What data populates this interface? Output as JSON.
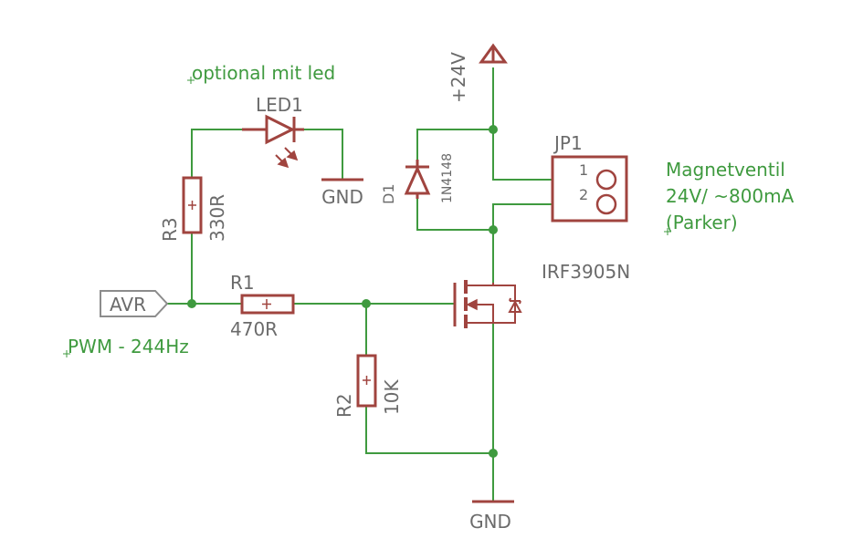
{
  "colors": {
    "wire": "#3f9a3f",
    "part": "#a0443f",
    "label": "#6b6b6b",
    "note": "#3f9a3f",
    "junction": "#3f9a3f",
    "netlabel": "#8c8c8c"
  },
  "notes": {
    "led_optional": "optional mit led",
    "pwm": "PWM - 244Hz",
    "valve_line1": "Magnetventil",
    "valve_line2": "24V/ ~800mA",
    "valve_line3": "(Parker)"
  },
  "supply": {
    "label": "+24V"
  },
  "ground_labels": {
    "led": "GND",
    "main": "GND"
  },
  "net_label": {
    "text": "AVR"
  },
  "components": {
    "led1": {
      "name": "LED1"
    },
    "r1": {
      "name": "R1",
      "value": "470R"
    },
    "r2": {
      "name": "R2",
      "value": "10K"
    },
    "r3": {
      "name": "R3",
      "value": "330R"
    },
    "d1": {
      "name": "D1",
      "value": "1N4148"
    },
    "jp1": {
      "name": "JP1",
      "pin1": "1",
      "pin2": "2"
    },
    "q1": {
      "value": "IRF3905N"
    }
  }
}
